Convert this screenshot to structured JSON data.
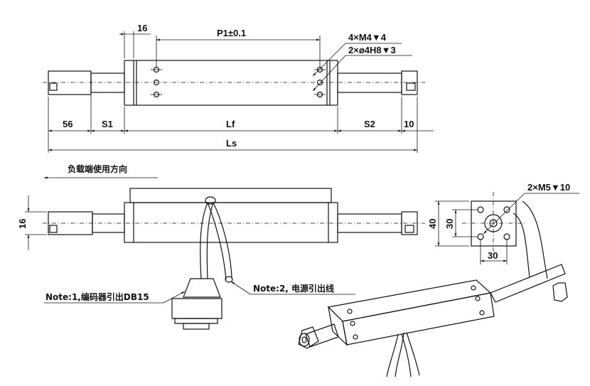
{
  "dims": {
    "d16_top": "16",
    "p1": "P1±0.1",
    "holes1": "4×M4▼4",
    "holes2": "2×ø4H8▼3",
    "d56": "56",
    "s1": "S1",
    "lf": "Lf",
    "s2": "S2",
    "d10": "10",
    "ls": "Ls",
    "d16_side": "16",
    "d40": "40",
    "d30_v": "30",
    "d30_h": "30",
    "m5": "2×M5▼10"
  },
  "labels": {
    "load_dir": "负载端使用方向",
    "note1": "Note:1,编码器引出DB15",
    "note2": "Note:2, 电源引出线"
  }
}
